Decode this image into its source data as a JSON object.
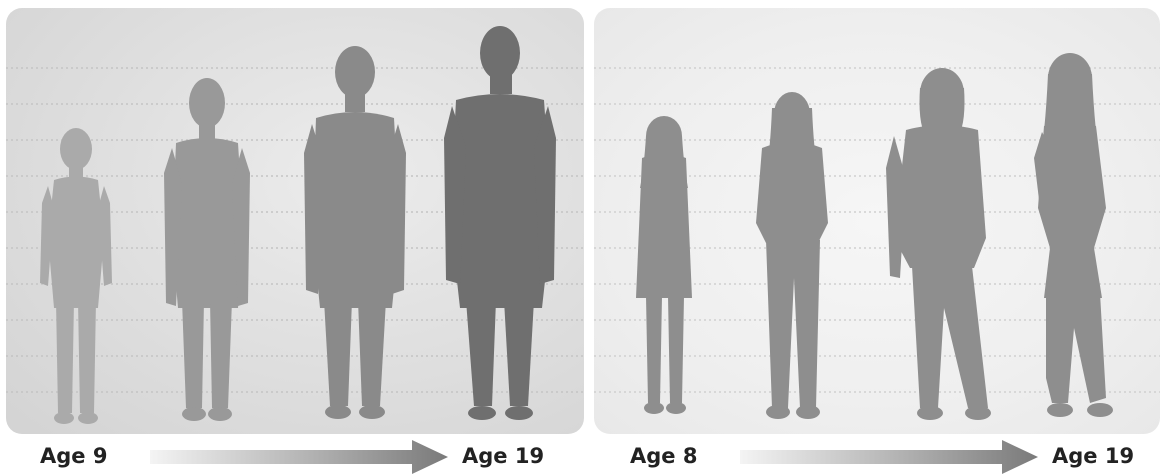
{
  "left": {
    "start_label": "Age 9",
    "end_label": "Age 19",
    "figure_colors": [
      "#aaaaaa",
      "#999999",
      "#8a8a8a",
      "#6f6f6f"
    ]
  },
  "right": {
    "start_label": "Age 8",
    "end_label": "Age 19",
    "figure_colors": [
      "#8e8e8e",
      "#8e8e8e",
      "#8e8e8e",
      "#8e8e8e"
    ]
  },
  "colors": {
    "grid_line": "#c4c4c4",
    "arrow_start": "#f4f4f4",
    "arrow_end": "#7a7a7a",
    "label_text": "#222222"
  }
}
